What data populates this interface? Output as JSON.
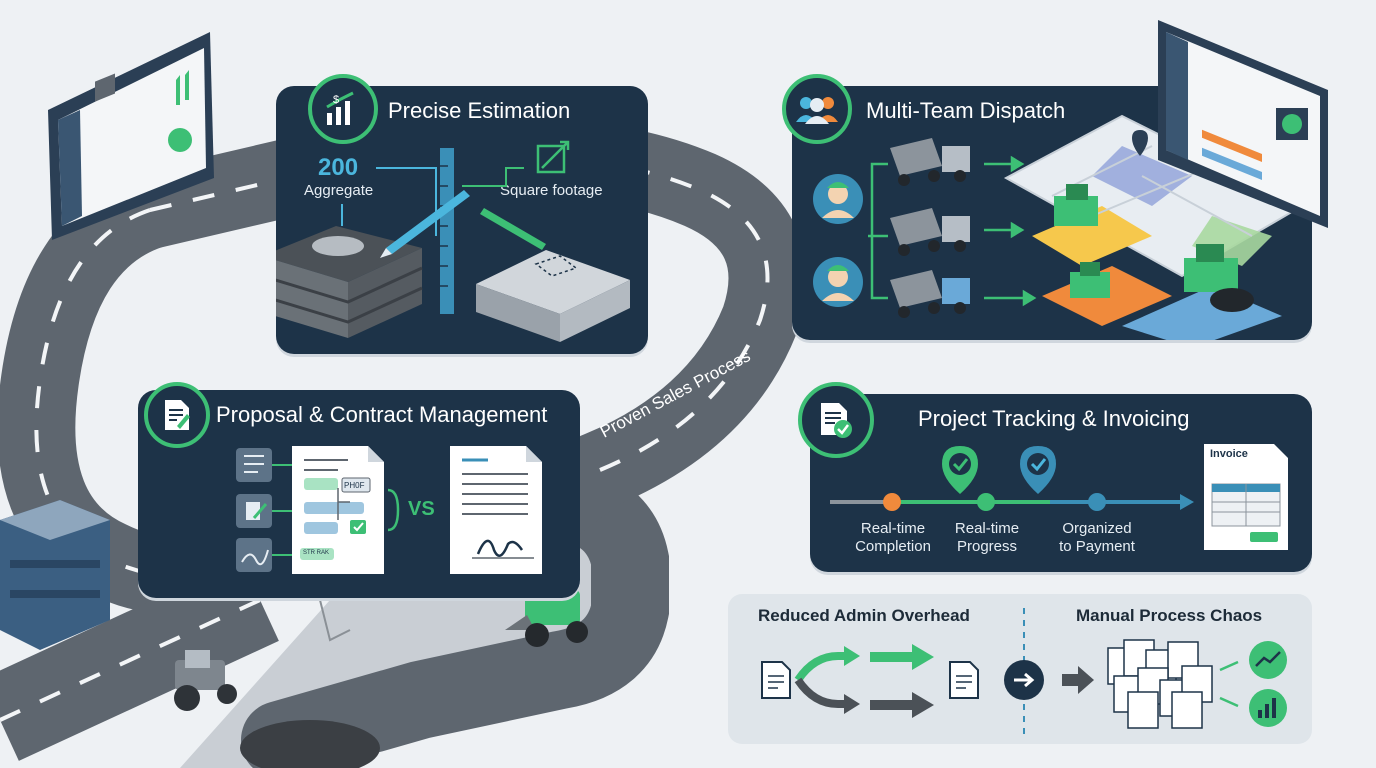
{
  "road": {
    "label": "Proven Sales Process"
  },
  "estimation": {
    "title": "Precise Estimation",
    "aggregate_value": "200",
    "aggregate_label": "Aggregate",
    "footage_label": "Square footage"
  },
  "dispatch": {
    "title": "Multi-Team Dispatch"
  },
  "proposal": {
    "title": "Proposal & Contract Management",
    "vs_label": "VS",
    "doc_tag": "PH0F",
    "doc_tag2": "STR RAK"
  },
  "tracking": {
    "title": "Project Tracking & Invoicing",
    "invoice_label": "Invoice",
    "steps": [
      {
        "line1": "Real-time",
        "line2": "Completion"
      },
      {
        "line1": "Real-time",
        "line2": "Progress"
      },
      {
        "line1": "Organized",
        "line2": "to Payment"
      }
    ]
  },
  "comparison": {
    "left_title": "Reduced Admin Overhead",
    "right_title": "Manual Process Chaos"
  },
  "colors": {
    "panel": "#1d3348",
    "accent_green": "#3dbf75",
    "accent_blue": "#3a8fb7",
    "accent_orange": "#f08a3c"
  }
}
